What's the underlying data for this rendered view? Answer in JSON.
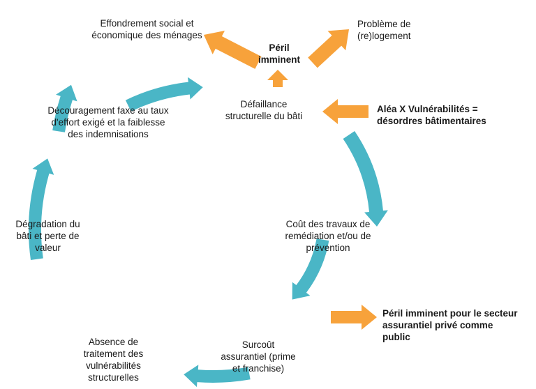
{
  "colors": {
    "cycle_arrow": "#4ab6c6",
    "highlight_arrow": "#f7a23b",
    "text": "#1a1a1a"
  },
  "nodes": {
    "defaillance": "Défaillance\nstructurelle du bâti",
    "cout": "Coût des travaux de\nremédiation et/ou de\nprévention",
    "surcout": "Surcoût\nassurantiel (prime\net franchise)",
    "absence": "Absence de\ntraitement des\nvulnérabilités\nstructurelles",
    "degradation": "Dégradation du\nbâti et perte de\nvaleur",
    "decouragement": "Découragement faxe au taux\nd'effort exigé et la faiblesse\ndes indemnisations"
  },
  "callouts": {
    "peril": "Péril\nimminent",
    "effondrement": "Effondrement social et\néconomique des ménages",
    "relogement": "Problème de\n(re)logement",
    "alea": "Aléa X Vulnérabilités =\ndésordres bâtimentaires",
    "peril_secteur": "Péril imminent pour le secteur\nassurantiel privé comme\npublic"
  }
}
